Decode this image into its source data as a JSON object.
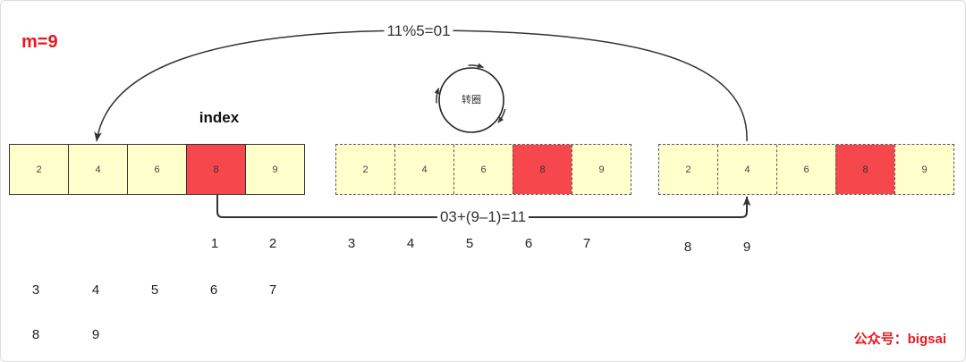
{
  "m_label": "m=9",
  "index_label": "index",
  "rotate_label": "转圈",
  "top_arrow_label": "11%5=01",
  "bottom_arrow_label": "03+(9–1)=11",
  "arrays": [
    {
      "dashed": false,
      "highlight_index": 3,
      "cells": [
        "2",
        "4",
        "6",
        "8",
        "9"
      ]
    },
    {
      "dashed": true,
      "highlight_index": 3,
      "cells": [
        "2",
        "4",
        "6",
        "8",
        "9"
      ]
    },
    {
      "dashed": true,
      "highlight_index": 3,
      "cells": [
        "2",
        "4",
        "6",
        "8",
        "9"
      ]
    }
  ],
  "position_numbers": {
    "row1": [
      "1",
      "2",
      "3",
      "4",
      "5",
      "6",
      "7",
      "8",
      "9"
    ],
    "row2": [
      "3",
      "4",
      "5",
      "6",
      "7"
    ],
    "row3": [
      "8",
      "9"
    ]
  },
  "watermark": "公众号：bigsai",
  "colors": {
    "cell_fill": "#FFFFCC",
    "highlight_fill": "#F5474C",
    "accent_red": "#E8191F",
    "line": "#333333"
  }
}
